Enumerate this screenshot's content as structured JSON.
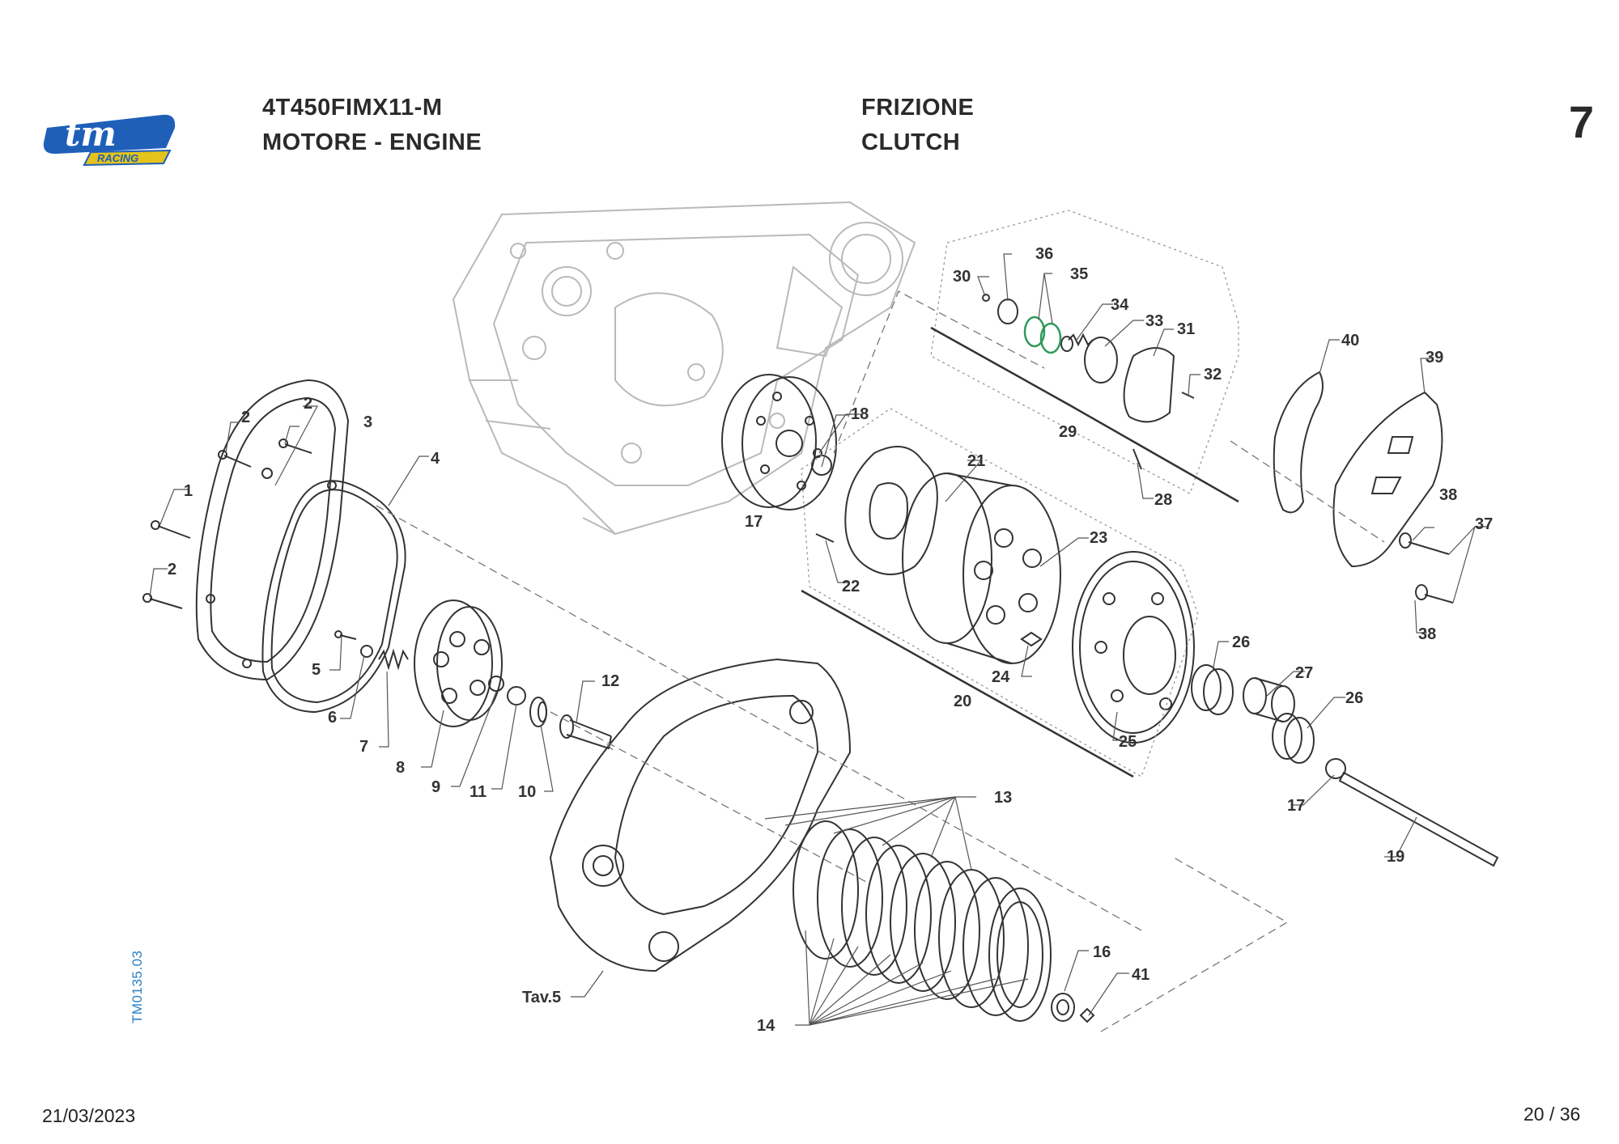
{
  "header": {
    "model_code": "4T450FIMX11-M",
    "section": "MOTORE - ENGINE",
    "title_it": "FRIZIONE",
    "title_en": "CLUTCH",
    "plate_number": "7"
  },
  "logo": {
    "brand": "tm",
    "tagline": "RACING",
    "colors": {
      "primary": "#1f5fb8",
      "accent": "#e3c31c"
    }
  },
  "drawing_code": "TM0135.03",
  "footer": {
    "date": "21/03/2023",
    "page": "20 / 36"
  },
  "callouts": [
    "1",
    "2",
    "2",
    "2",
    "3",
    "4",
    "5",
    "6",
    "7",
    "8",
    "9",
    "10",
    "11",
    "12",
    "13",
    "14",
    "16",
    "17",
    "17",
    "18",
    "19",
    "20",
    "21",
    "22",
    "23",
    "24",
    "25",
    "26",
    "26",
    "27",
    "28",
    "29",
    "30",
    "31",
    "32",
    "33",
    "34",
    "35",
    "36",
    "37",
    "38",
    "38",
    "39",
    "40",
    "41",
    "Tav.5"
  ],
  "colors": {
    "ink": "#333333",
    "ghost": "#b9b9b9",
    "highlight": "#2e9a5a"
  }
}
